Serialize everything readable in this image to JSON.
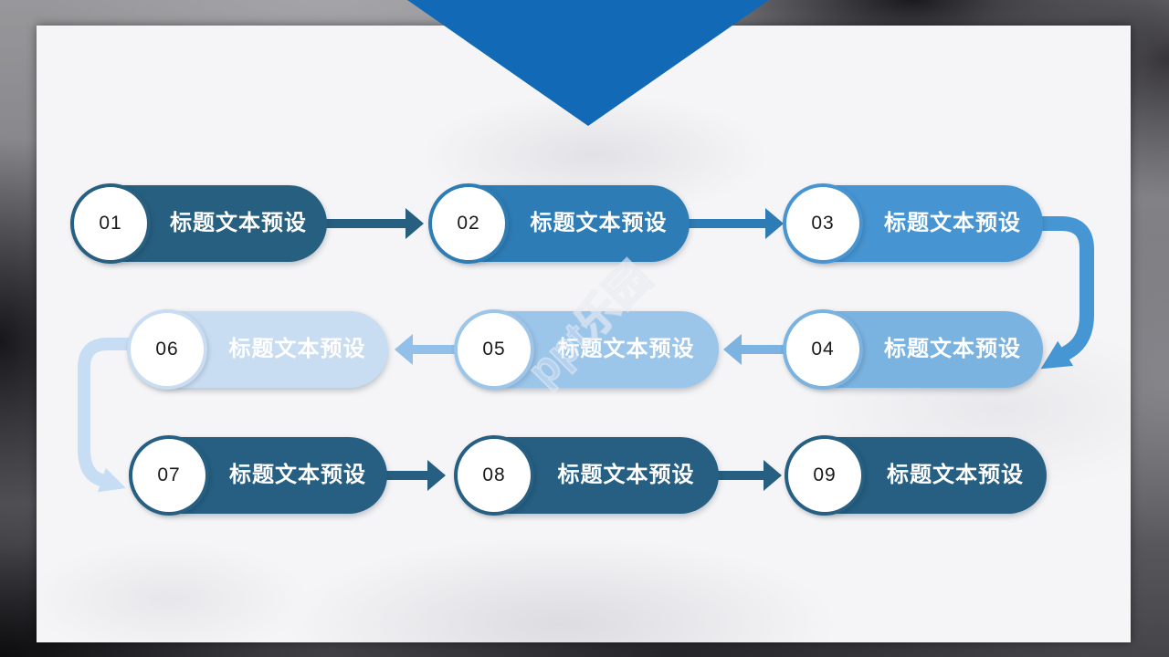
{
  "slide": {
    "watermark": "ppt乐园",
    "number_text_color": "#1a1a1a",
    "label_text_color": "#ffffff",
    "colors": {
      "triangle": "#1269b6",
      "arrow_1_2": "#275f80",
      "arrow_2_3": "#2e7cb5",
      "connector_3_4": "#4696d4",
      "arrow_4_5": "#7cb3e2",
      "arrow_5_6": "#92c0e9",
      "connector_6_7": "#c7ddf4",
      "arrow_7_8": "#265f82",
      "arrow_8_9": "#265f82"
    },
    "items": [
      {
        "number": "01",
        "label": "标题文本预设",
        "color": "#275f80"
      },
      {
        "number": "02",
        "label": "标题文本预设",
        "color": "#2e7cb5"
      },
      {
        "number": "03",
        "label": "标题文本预设",
        "color": "#4694d2"
      },
      {
        "number": "04",
        "label": "标题文本预设",
        "color": "#7ab2e0"
      },
      {
        "number": "05",
        "label": "标题文本预设",
        "color": "#9cc5ea"
      },
      {
        "number": "06",
        "label": "标题文本预设",
        "color": "#c8dcf2"
      },
      {
        "number": "07",
        "label": "标题文本预设",
        "color": "#265f82"
      },
      {
        "number": "08",
        "label": "标题文本预设",
        "color": "#265f82"
      },
      {
        "number": "09",
        "label": "标题文本预设",
        "color": "#265f82"
      }
    ]
  }
}
